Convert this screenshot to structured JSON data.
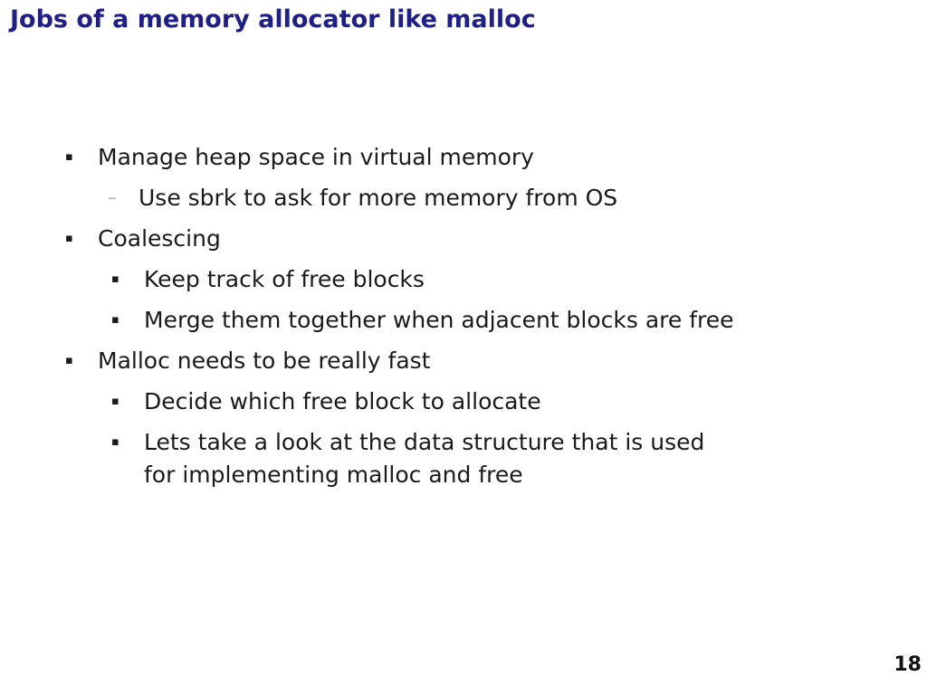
{
  "slide": {
    "title": "Jobs of a memory allocator like malloc",
    "page_number": "18",
    "bullets": [
      {
        "level": 1,
        "marker": "▪",
        "text": "Manage heap space in virtual memory"
      },
      {
        "level": 2,
        "marker": "–",
        "text": "Use sbrk to ask for more memory from OS"
      },
      {
        "level": 1,
        "marker": "▪",
        "text": "Coalescing"
      },
      {
        "level": 2,
        "marker": "▪",
        "text": "Keep track of free blocks"
      },
      {
        "level": 2,
        "marker": "▪",
        "text": "Merge them together when adjacent blocks are free"
      },
      {
        "level": 1,
        "marker": "▪",
        "text": "Malloc needs to be really fast"
      },
      {
        "level": 2,
        "marker": "▪",
        "text": "Decide which free block to allocate"
      },
      {
        "level": 2,
        "marker": "▪",
        "text_line1": "Lets take a look at the data structure that is used",
        "text_line2": "for implementing malloc and free"
      }
    ]
  },
  "colors": {
    "title": "#1f1f8c",
    "dash_marker": "#8fb3d9",
    "text": "#1a1a1a"
  }
}
